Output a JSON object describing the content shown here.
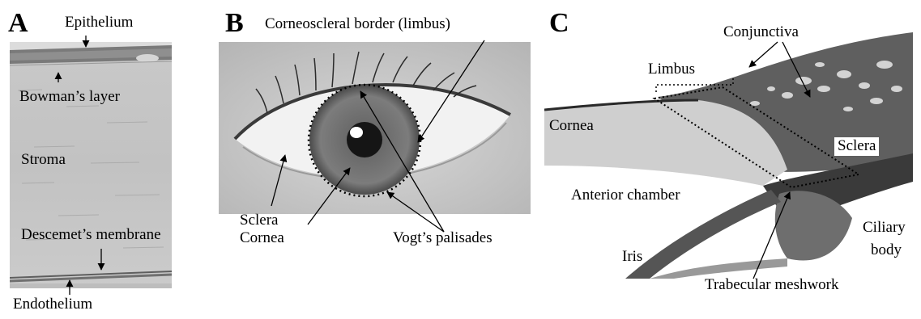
{
  "panels": {
    "a": {
      "letter": "A",
      "labels": {
        "epithelium": "Epithelium",
        "bowmans_layer": "Bowman’s layer",
        "stroma": "Stroma",
        "descemets_membrane": "Descemet’s membrane",
        "endothelium": "Endothelium"
      }
    },
    "b": {
      "letter": "B",
      "labels": {
        "limbus_border": "Corneoscleral border (limbus)",
        "sclera": "Sclera",
        "cornea": "Cornea",
        "vogts_palisades": "Vogt’s palisades"
      }
    },
    "c": {
      "letter": "C",
      "labels": {
        "conjunctiva": "Conjunctiva",
        "limbus": "Limbus",
        "cornea": "Cornea",
        "sclera": "Sclera",
        "anterior_chamber": "Anterior chamber",
        "iris": "Iris",
        "ciliary_body_line1": "Ciliary",
        "ciliary_body_line2": "body",
        "trabecular_meshwork": "Trabecular meshwork"
      }
    }
  }
}
